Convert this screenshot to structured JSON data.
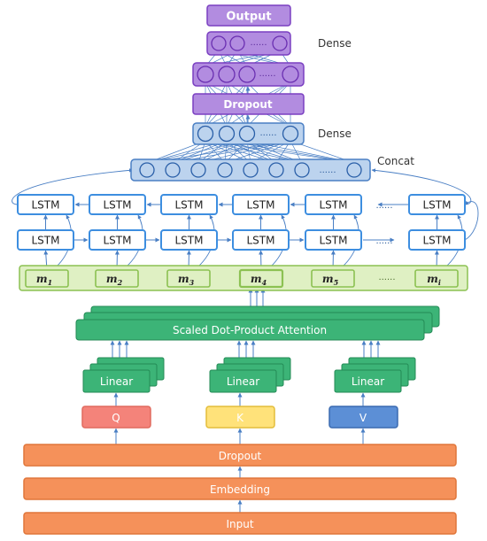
{
  "colors": {
    "purple_fill": "#b28ce0",
    "purple_stroke": "#7a3fc1",
    "blue_fill": "#bcd3ee",
    "blue_stroke": "#4a7fc4",
    "lstm_stroke": "#3d8ee0",
    "green_band": "#dff0c3",
    "green_stroke": "#8cc152",
    "attn_fill": "#3cb477",
    "attn_stroke": "#238a55",
    "orange_fill": "#f5915a",
    "orange_stroke": "#e0763a",
    "q_fill": "#f4837a",
    "k_fill": "#ffe27a",
    "v_fill": "#5c8fd6",
    "arrow": "#4a7fc4"
  },
  "labels": {
    "output": "Output",
    "dense_top": "Dense",
    "dropout_top": "Dropout",
    "dense_mid": "Dense",
    "concat": "Concat",
    "lstm": "LSTM",
    "ellipsis": "......",
    "attention": "Scaled Dot-Product Attention",
    "linear": "Linear",
    "q": "Q",
    "k": "K",
    "v": "V",
    "dropout_bottom": "Dropout",
    "embedding": "Embedding",
    "input": "Input"
  },
  "m_nodes": [
    {
      "base": "m",
      "sub": "1"
    },
    {
      "base": "m",
      "sub": "2"
    },
    {
      "base": "m",
      "sub": "3"
    },
    {
      "base": "m",
      "sub": "4"
    },
    {
      "base": "m",
      "sub": "5"
    },
    {
      "base": "m",
      "sub": "i"
    }
  ]
}
